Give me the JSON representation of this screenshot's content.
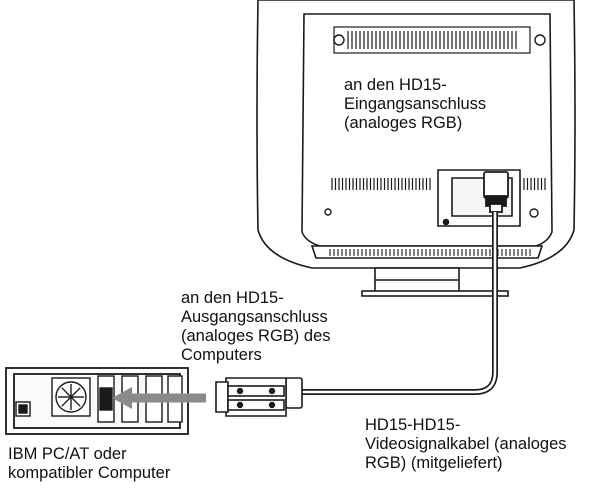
{
  "labels": {
    "monitor_input": [
      "an den HD15-",
      "Eingangsanschluss",
      "(analoges RGB)"
    ],
    "computer_output": [
      "an den HD15-",
      "Ausgangsanschluss",
      "(analoges RGB) des",
      "Computers"
    ],
    "cable": [
      "HD15-HD15-",
      "Videosignalkabel (analoges",
      "RGB) (mitgeliefert)"
    ],
    "computer": [
      "IBM PC/AT oder",
      "kompatibler Computer"
    ]
  },
  "colors": {
    "line": "#1a1a1a",
    "body_fill": "#ffffff",
    "arrow": "#8a8a8a",
    "panel": "#f2f2f2"
  }
}
